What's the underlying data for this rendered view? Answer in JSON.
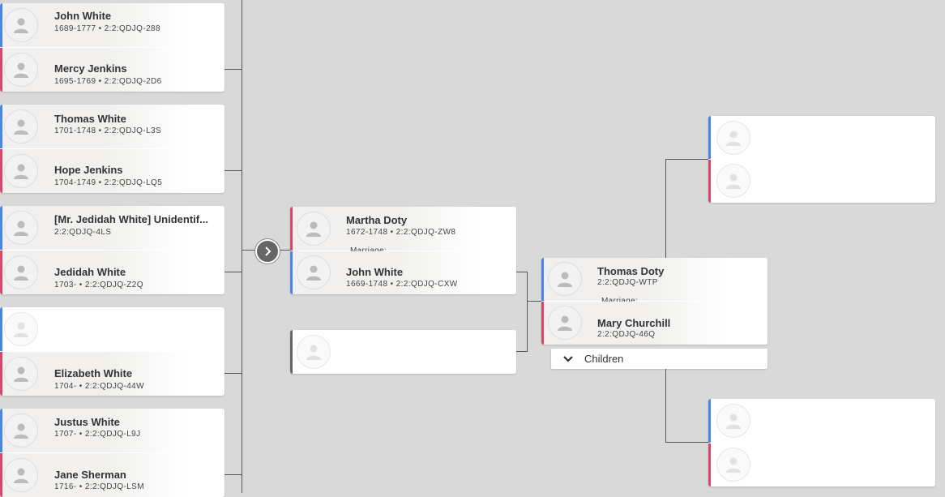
{
  "left_column": [
    {
      "father": {
        "name": "John White",
        "meta": "1689-1777 • 2:2:QDJQ-288"
      },
      "mother": {
        "name": "Mercy Jenkins",
        "meta": "1695-1769 • 2:2:QDJQ-2D6"
      }
    },
    {
      "father": {
        "name": "Thomas White",
        "meta": "1701-1748 • 2:2:QDJQ-L3S"
      },
      "mother": {
        "name": "Hope Jenkins",
        "meta": "1704-1749 • 2:2:QDJQ-LQ5"
      }
    },
    {
      "father": {
        "name": "[Mr. Jedidah White] Unidentif...",
        "meta": "2:2:QDJQ-4LS"
      },
      "mother": {
        "name": "Jedidah White",
        "meta": "1703- • 2:2:QDJQ-Z2Q"
      }
    },
    {
      "father": {
        "name": "",
        "meta": ""
      },
      "mother": {
        "name": "Elizabeth White",
        "meta": "1704- • 2:2:QDJQ-44W"
      }
    },
    {
      "father": {
        "name": "Justus White",
        "meta": "1707- • 2:2:QDJQ-L9J"
      },
      "mother": {
        "name": "Jane Sherman",
        "meta": "1716- • 2:2:QDJQ-LSM"
      }
    }
  ],
  "middle_couple": {
    "wife": {
      "name": "Martha Doty",
      "meta": "1672-1748 • 2:2:QDJQ-ZW8"
    },
    "marriage_label": "Marriage:",
    "husband": {
      "name": "John White",
      "meta": "1669-1748 • 2:2:QDJQ-CXW"
    }
  },
  "focus_couple": {
    "husband": {
      "name": "Thomas Doty",
      "meta": "2:2:QDJQ-WTP"
    },
    "marriage_label": "Marriage:",
    "wife": {
      "name": "Mary Churchill",
      "meta": "2:2:QDJQ-46Q"
    },
    "children_label": "Children"
  },
  "icons": {
    "person": "person-silhouette-icon",
    "expand": "chevron-right-icon",
    "collapse": "chevron-down-icon"
  },
  "colors": {
    "background": "#d9d9d9",
    "male": "#4a86e8",
    "female": "#d8466e",
    "unknown": "#666666"
  }
}
